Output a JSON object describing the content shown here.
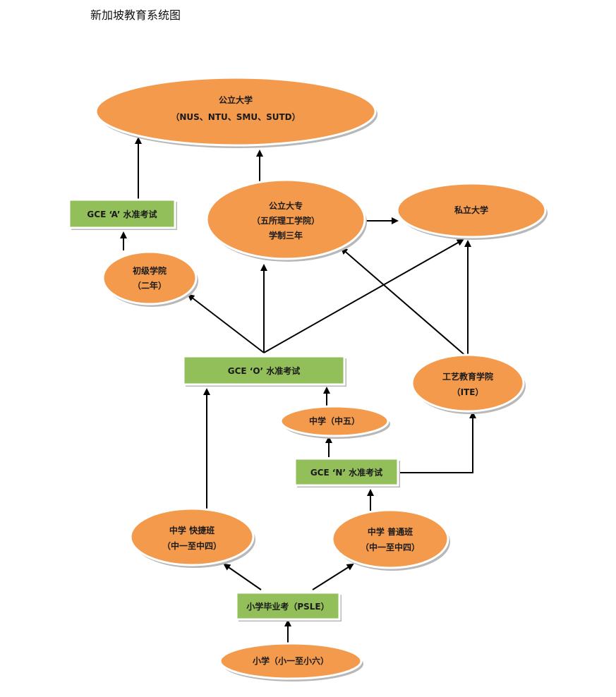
{
  "title": "新加坡教育系统图",
  "nodes": {
    "public_university": {
      "line1": "公立大学",
      "line2": "（NUS、NTU、SMU、SUTD）"
    },
    "polytechnic": {
      "line1": "公立大专",
      "line2": "（五所理工学院）",
      "line3": "学制三年"
    },
    "private_university": {
      "line1": "私立大学"
    },
    "gce_a": {
      "label": "GCE ‘A’ 水准考试"
    },
    "junior_college": {
      "line1": "初级学院",
      "line2": "（二年）"
    },
    "gce_o": {
      "label": "GCE ‘O’ 水准考试"
    },
    "ite": {
      "line1": "工艺教育学院",
      "line2": "（ITE）"
    },
    "secondary_5": {
      "line1": "中学（中五）"
    },
    "gce_n": {
      "label": "GCE ‘N’ 水准考试"
    },
    "express": {
      "line1": "中学  快捷班",
      "line2": "（中一至中四）"
    },
    "normal": {
      "line1": "中学  普通班",
      "line2": "（中一至中四）"
    },
    "psle": {
      "label": "小学毕业考（PSLE）"
    },
    "primary": {
      "line1": "小学（小一至小六）"
    }
  },
  "colors": {
    "ellipse": "#f39a4c",
    "box": "#92bf5a",
    "arrow": "#000000"
  }
}
